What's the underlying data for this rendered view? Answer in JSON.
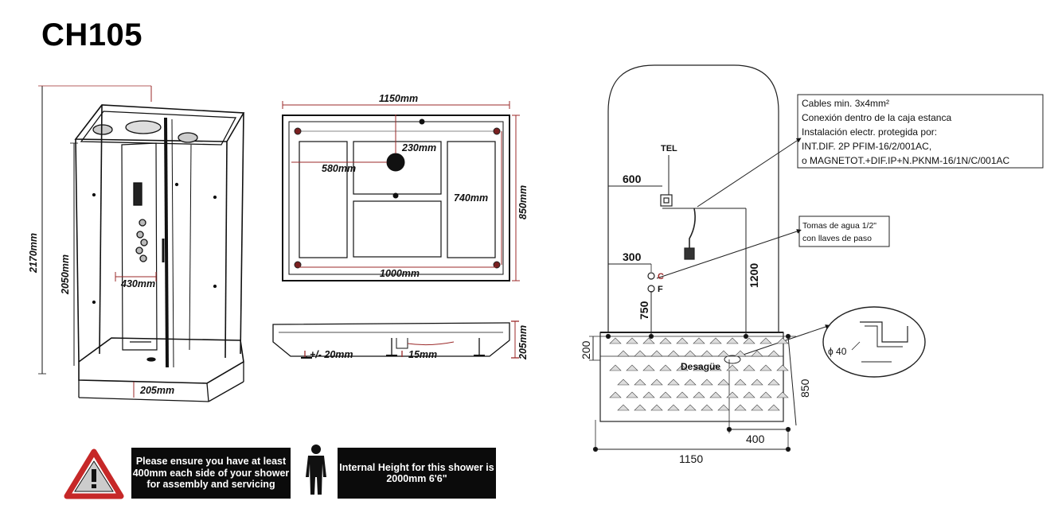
{
  "title": "CH105",
  "left_dims": {
    "h_total": "2170mm",
    "h_cabin": "2050mm",
    "seat_width": "430mm",
    "tray_height": "205mm",
    "top_width": "1150mm",
    "inner_width": "1000mm",
    "depth": "850mm",
    "inner_depth": "740mm",
    "drain_x": "580mm",
    "drain_y": "230mm",
    "tray_side_height": "205mm",
    "feet_adjust": "+/- 20mm",
    "feet_height": "15mm"
  },
  "notices": {
    "space": "Please ensure you have at least 400mm each side of your shower for assembly and servicing",
    "height": "Internal Height for this shower is 2000mm 6'6\""
  },
  "install": {
    "cable_note": [
      "Cables min. 3x4mm²",
      "Conexión dentro de la caja estanca",
      "Instalación electr. protegida por:",
      "INT.DIF. 2P PFIM-16/2/001AC,",
      "o MAGNETOT.+DIF.IP+N.PKNM-16/1N/C/001AC"
    ],
    "water_note": [
      "Tomas de agua 1/2\"",
      "con llaves de paso"
    ],
    "tel": "TEL",
    "d600": "600",
    "d300": "300",
    "d750": "750",
    "d1200": "1200",
    "d200": "200",
    "d850": "850",
    "d400": "400",
    "d1150": "1150",
    "hot": "C",
    "cold": "F",
    "drain": "Desagüe",
    "pipe": "ϕ 40"
  },
  "colors": {
    "line": "#111111",
    "accent_red": "#9b2a2a",
    "warning_red": "#c62828"
  }
}
